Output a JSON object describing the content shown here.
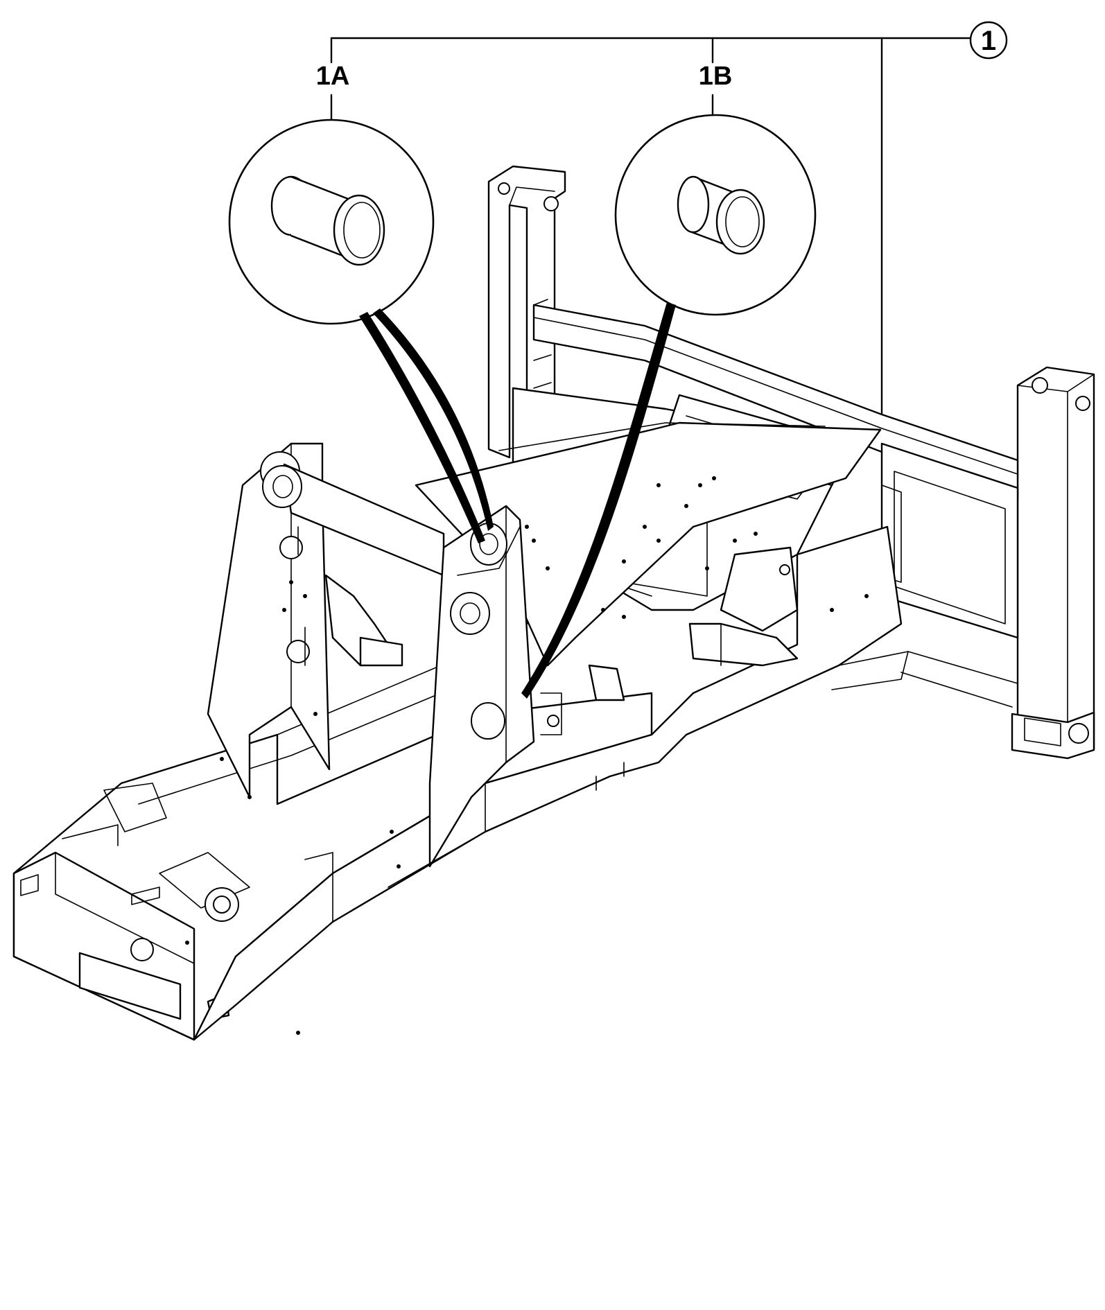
{
  "callouts": {
    "main": "1",
    "left": "1A",
    "right": "1B"
  },
  "colors": {
    "line": "#000000",
    "background": "#ffffff"
  }
}
